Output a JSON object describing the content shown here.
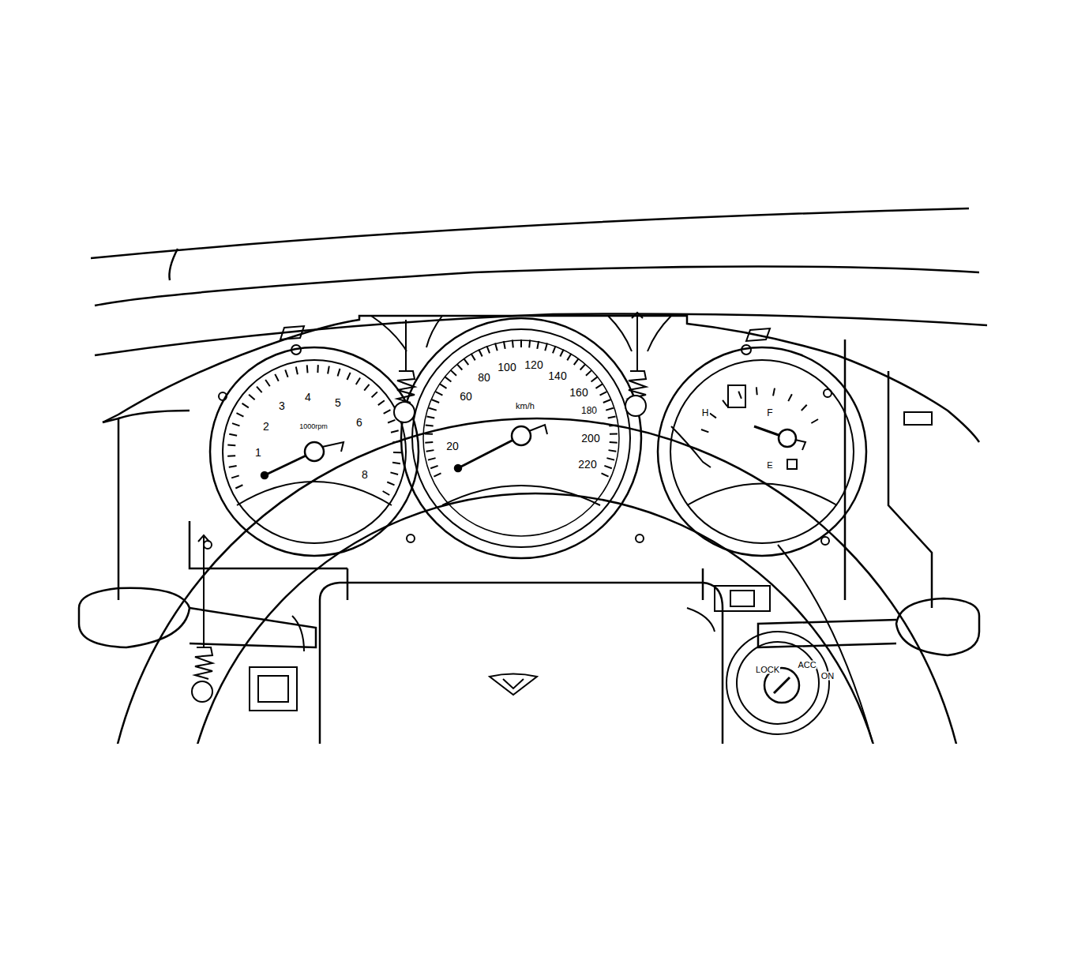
{
  "diagram": {
    "labels": [
      "1",
      "2",
      "3",
      "4",
      "5",
      "6",
      "8",
      "1000rpm",
      "20",
      "60",
      "80",
      "100",
      "120",
      "140",
      "160",
      "180",
      "200",
      "220",
      "km/h",
      "H",
      "F",
      "E",
      "LOCK",
      "ACC",
      "ON"
    ]
  }
}
